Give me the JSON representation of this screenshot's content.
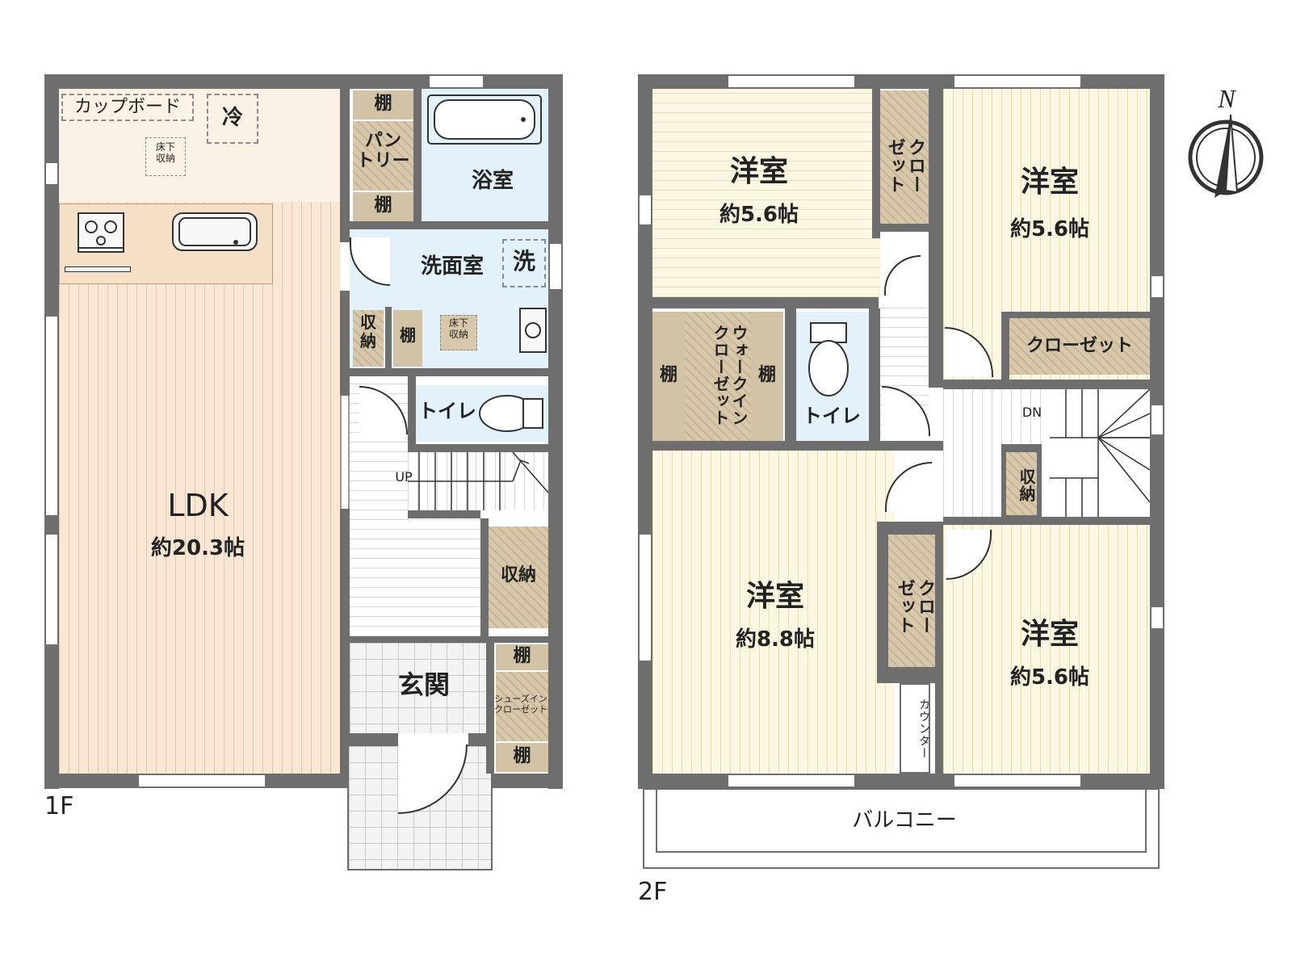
{
  "floors": [
    {
      "tag": "1F",
      "rooms": {
        "ldk": {
          "name": "LDK",
          "size": "約20.3帖"
        },
        "cupboard": "カップボード",
        "fridge": "冷",
        "underfloor_kitchen": "床下\n収納",
        "pantry": "パン\nトリー",
        "pantry_shelf_top": "棚",
        "pantry_shelf_bottom": "棚",
        "bath": "浴室",
        "washroom": "洗面室",
        "washer": "洗",
        "washroom_storage": "収\n納",
        "washroom_shelf": "棚",
        "underfloor_washroom": "床下\n収納",
        "toilet": "トイレ",
        "stairs_up": "UP",
        "hall_storage": "収納",
        "entrance": "玄関",
        "shoes_shelf_top": "棚",
        "shoes_closet": "シューズイン\nクローゼット",
        "shoes_shelf_bottom": "棚"
      }
    },
    {
      "tag": "2F",
      "rooms": {
        "western_nw": {
          "name": "洋室",
          "size": "約5.6帖"
        },
        "closet_nw": "クロー\nゼット",
        "western_ne": {
          "name": "洋室",
          "size": "約5.6帖"
        },
        "closet_ne": "クローゼット",
        "walkin_closet": "ウォークイン\nクローゼット",
        "walkin_shelf_left": "棚",
        "walkin_shelf_right": "棚",
        "toilet": "トイレ",
        "stairs_down": "DN",
        "stair_storage": "収納",
        "western_sw": {
          "name": "洋室",
          "size": "約8.8帖"
        },
        "closet_mid": "クロー\nゼット",
        "counter": "カウンター",
        "western_se": {
          "name": "洋室",
          "size": "約5.6帖"
        },
        "balcony": "バルコニー"
      }
    }
  ],
  "compass": {
    "label": "N"
  }
}
